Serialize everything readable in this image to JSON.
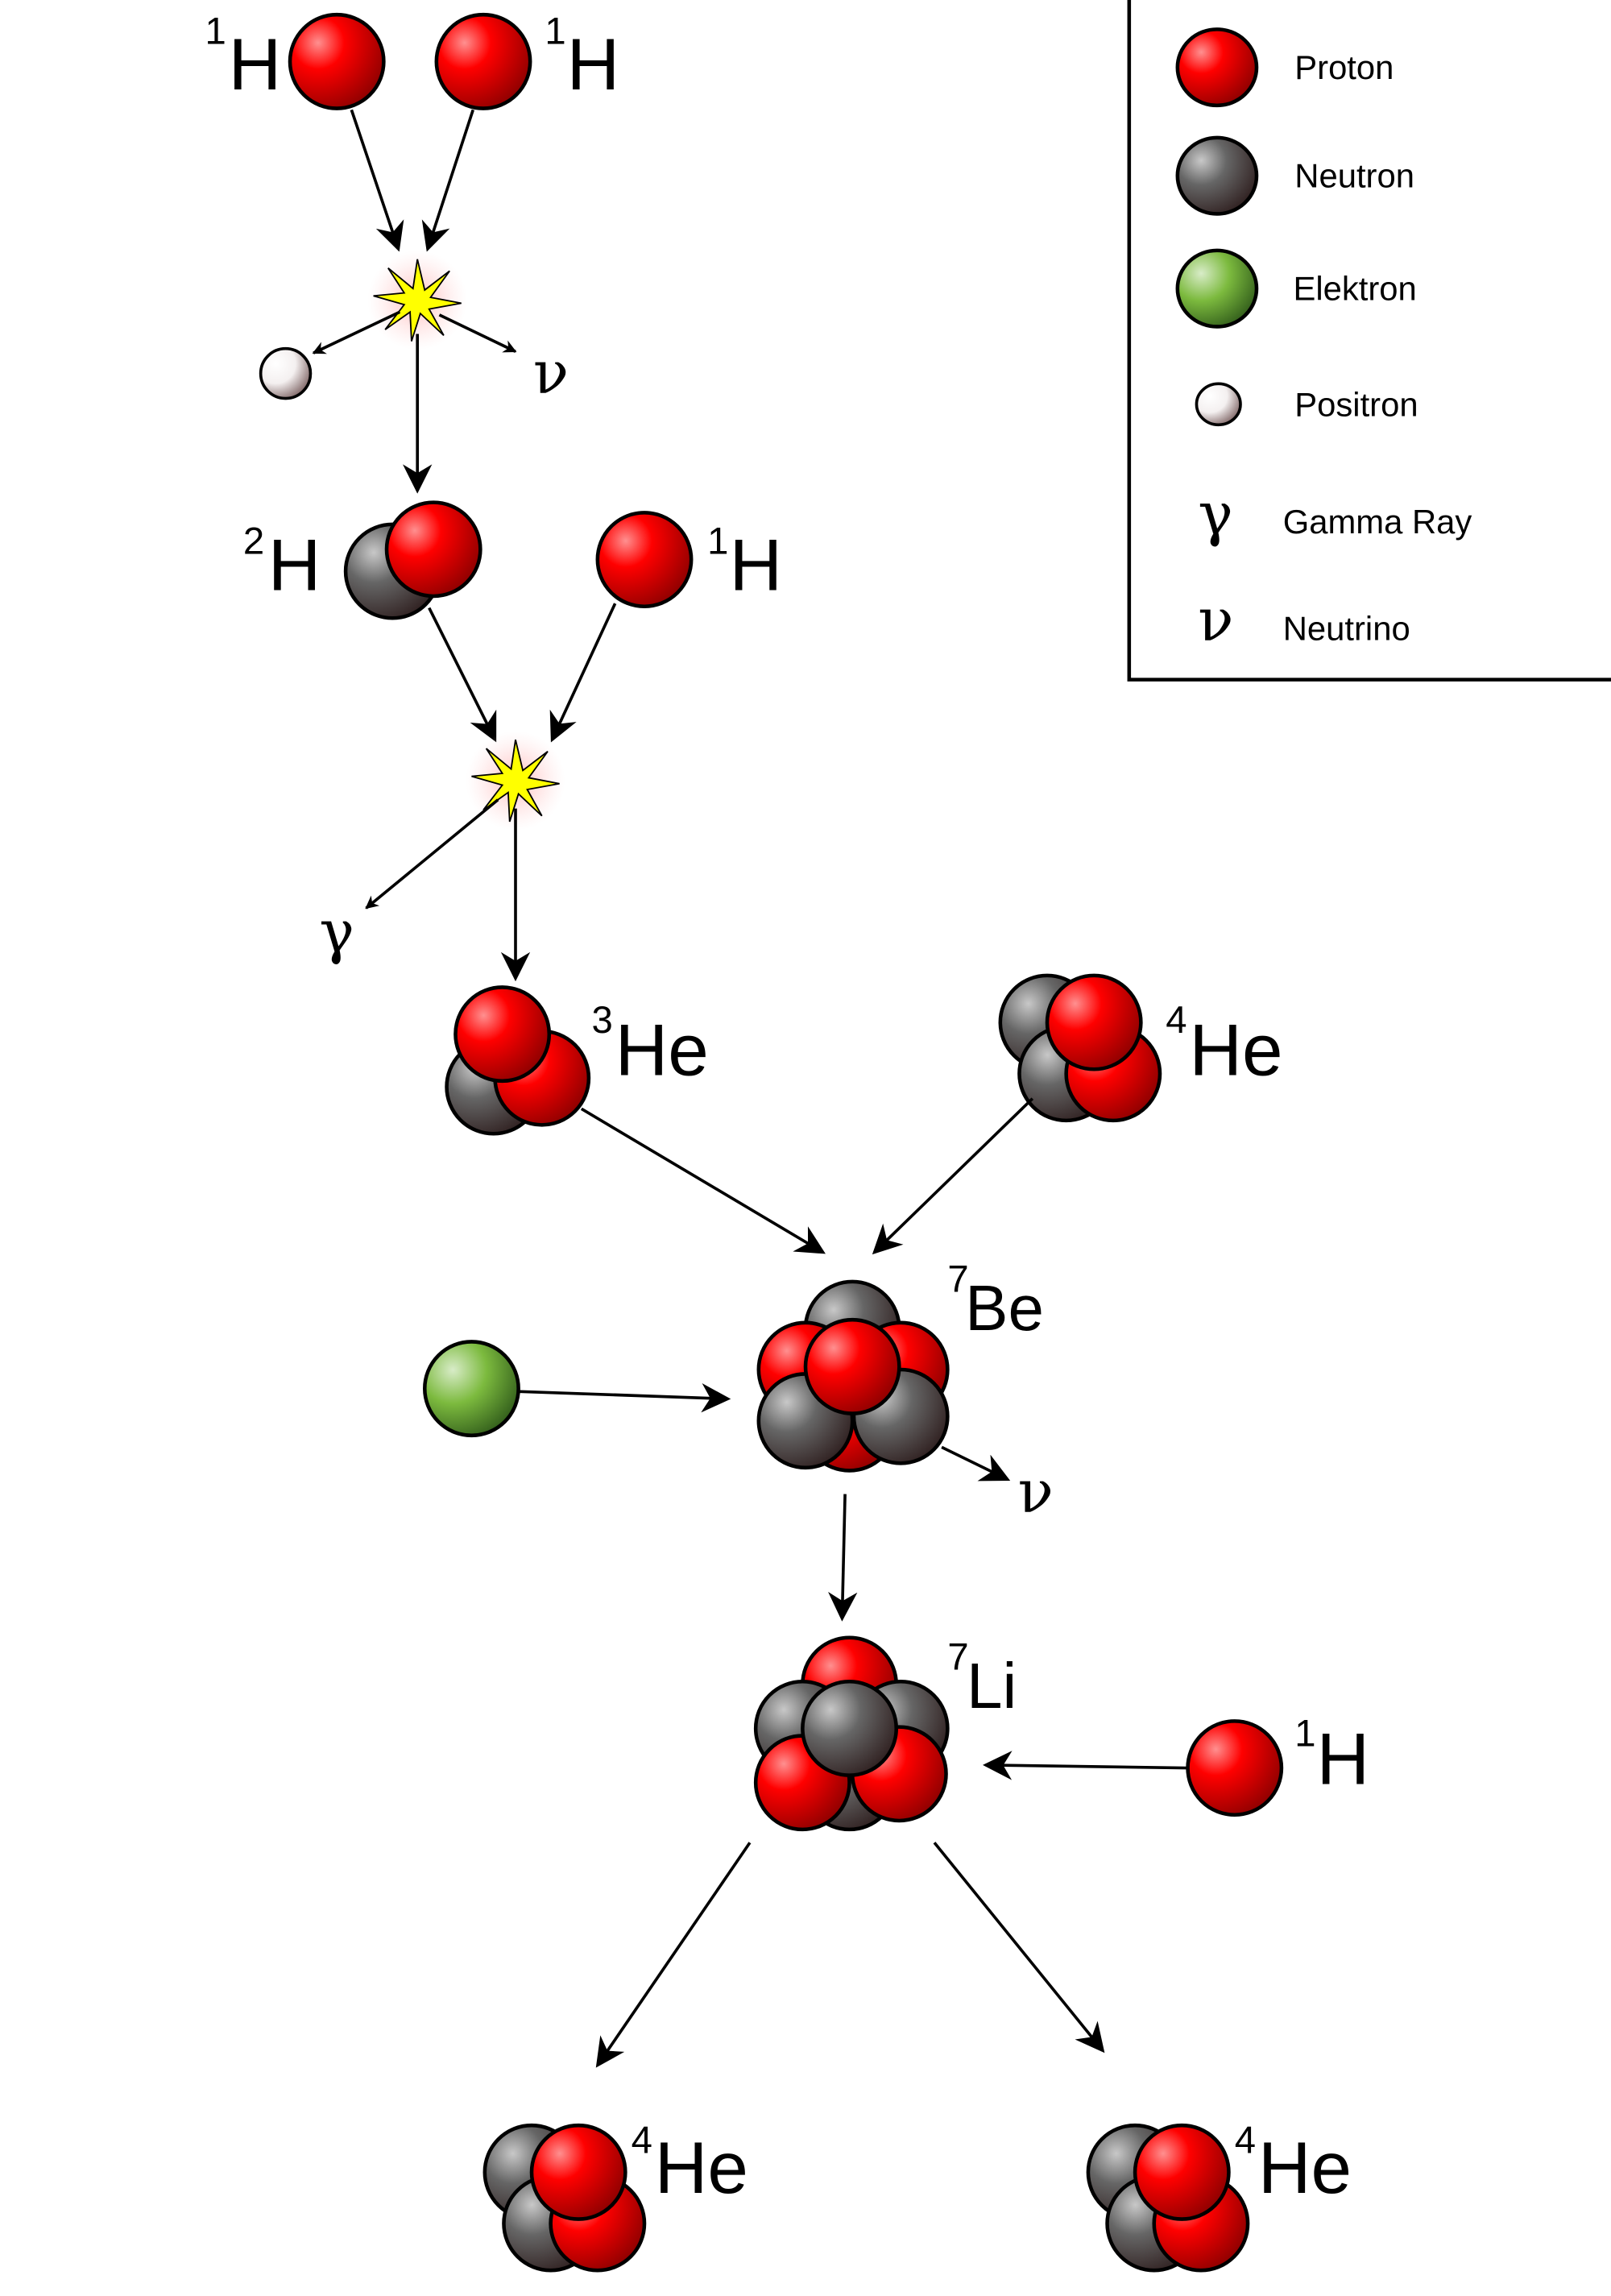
{
  "title": "Proton-proton chain (pp II branch)",
  "nuclides": {
    "h1_a": {
      "mass": "1",
      "symbol": "H"
    },
    "h1_b": {
      "mass": "1",
      "symbol": "H"
    },
    "h2": {
      "mass": "2",
      "symbol": "H"
    },
    "h1_c": {
      "mass": "1",
      "symbol": "H"
    },
    "he3": {
      "mass": "3",
      "symbol": "He"
    },
    "he4_in": {
      "mass": "4",
      "symbol": "He"
    },
    "be7": {
      "mass": "7",
      "symbol": "Be"
    },
    "li7": {
      "mass": "7",
      "symbol": "Li"
    },
    "h1_d": {
      "mass": "1",
      "symbol": "H"
    },
    "he4_out_a": {
      "mass": "4",
      "symbol": "He"
    },
    "he4_out_b": {
      "mass": "4",
      "symbol": "He"
    }
  },
  "emissions": {
    "nu1": "ν",
    "gamma": "γ",
    "nu2": "ν"
  },
  "legend": {
    "items": [
      {
        "label": "Proton",
        "icon": "proton-sphere"
      },
      {
        "label": "Neutron",
        "icon": "neutron-sphere"
      },
      {
        "label": "Elektron",
        "icon": "electron-sphere"
      },
      {
        "label": "Positron",
        "icon": "positron-sphere"
      },
      {
        "label": "Gamma Ray",
        "symbol": "γ"
      },
      {
        "label": "Neutrino",
        "symbol": "ν"
      }
    ]
  },
  "colors": {
    "proton": "#ff0000",
    "neutron": "#555555",
    "electron": "#7ab648",
    "positron": "#ffffff",
    "flash": "#ffff00"
  }
}
